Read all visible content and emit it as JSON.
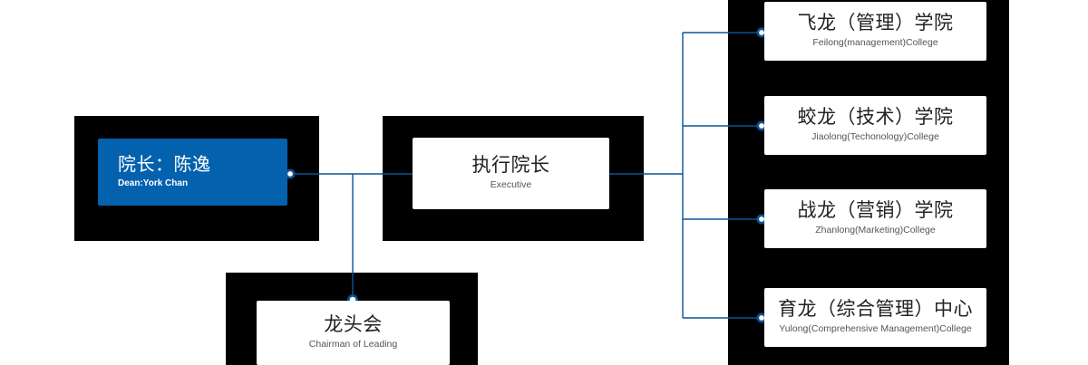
{
  "diagram": {
    "type": "org-chart",
    "accent_color": "#0461ae",
    "connector_color": "#0b5394",
    "plate_color": "#000000",
    "card_color": "#ffffff",
    "nodes": [
      {
        "id": "dean",
        "title": "院长：陈逸",
        "subtitle": "Dean:York Chan",
        "style": "primary"
      },
      {
        "id": "executive",
        "title": "执行院长",
        "subtitle": "Executive",
        "style": "default"
      },
      {
        "id": "chairman",
        "title": "龙头会",
        "subtitle": "Chairman of Leading",
        "style": "default"
      },
      {
        "id": "feilong",
        "title": "飞龙（管理）学院",
        "subtitle": "Feilong(management)College",
        "style": "default"
      },
      {
        "id": "jiaolong",
        "title": "蛟龙（技术）学院",
        "subtitle": "Jiaolong(Techonology)College",
        "style": "default"
      },
      {
        "id": "zhanlong",
        "title": "战龙（营销）学院",
        "subtitle": "Zhanlong(Marketing)College",
        "style": "default"
      },
      {
        "id": "yulong",
        "title": "育龙（综合管理）中心",
        "subtitle": "Yulong(Comprehensive Management)College",
        "style": "default"
      }
    ],
    "edges": [
      {
        "from": "dean",
        "to": "executive"
      },
      {
        "from": "dean",
        "to": "chairman"
      },
      {
        "from": "executive",
        "to": "feilong"
      },
      {
        "from": "executive",
        "to": "jiaolong"
      },
      {
        "from": "executive",
        "to": "zhanlong"
      },
      {
        "from": "executive",
        "to": "yulong"
      }
    ]
  }
}
